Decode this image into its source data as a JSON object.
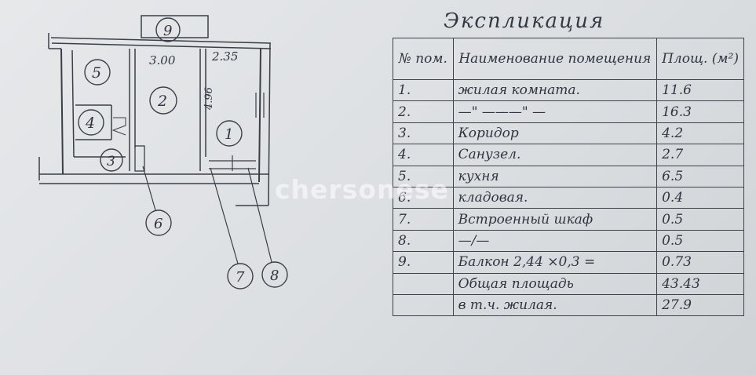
{
  "plan": {
    "dims": {
      "width_top": "3.00",
      "width_right": "2.35",
      "height_right": "4.96"
    },
    "room_markers": [
      "1",
      "2",
      "3",
      "4",
      "5",
      "6",
      "7",
      "8",
      "9"
    ]
  },
  "table": {
    "title": "Экспликация",
    "headers": {
      "num": "№ пом.",
      "name": "Наименование помещения",
      "area": "Площ. (м²)"
    },
    "rows": [
      {
        "num": "1.",
        "name": "жилая комната.",
        "area": "11.6"
      },
      {
        "num": "2.",
        "name": "—\" ———\" —",
        "area": "16.3"
      },
      {
        "num": "3.",
        "name": "Коридор",
        "area": "4.2"
      },
      {
        "num": "4.",
        "name": "Санузел.",
        "area": "2.7"
      },
      {
        "num": "5.",
        "name": "кухня",
        "area": "6.5"
      },
      {
        "num": "6.",
        "name": "кладовая.",
        "area": "0.4"
      },
      {
        "num": "7.",
        "name": "Встроенный шкаф",
        "area": "0.5"
      },
      {
        "num": "8.",
        "name": "—/—",
        "area": "0.5"
      },
      {
        "num": "9.",
        "name": "Балкон 2,44 ×0,3 =",
        "area": "0.73"
      },
      {
        "num": "",
        "name": "Общая площадь",
        "area": "43.43"
      },
      {
        "num": "",
        "name": "в т.ч. жилая.",
        "area": "27.9"
      }
    ]
  },
  "watermark": "chersonese"
}
